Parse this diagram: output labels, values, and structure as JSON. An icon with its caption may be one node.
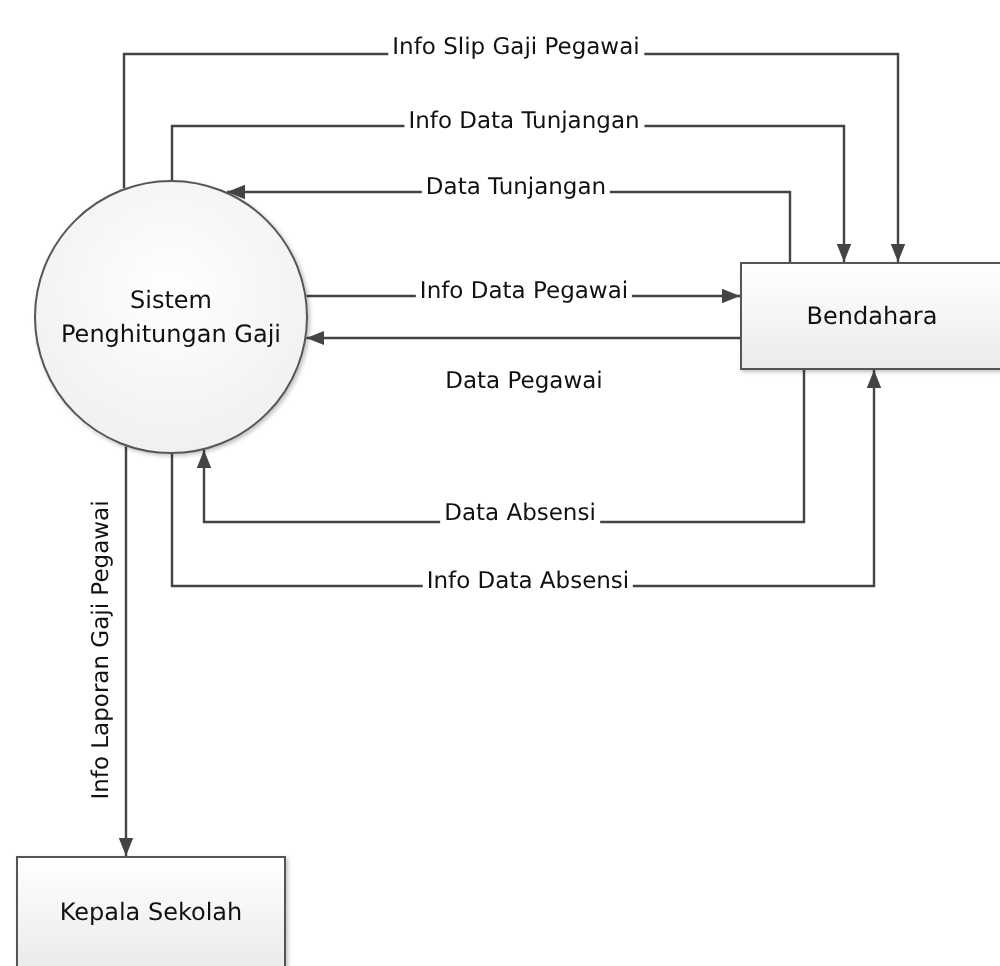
{
  "diagram": {
    "nodes": [
      {
        "text": [
          "Sistem Penghitungan Gaji"
        ]
      },
      {
        "text": [
          "Bendahara"
        ]
      },
      {
        "text": [
          "Kepala Sekolah"
        ]
      }
    ],
    "edges": [
      {
        "from": 0,
        "to": 1,
        "arrow": "to",
        "label": "Info Slip Gaji Pegawai"
      },
      {
        "from": 0,
        "to": 1,
        "arrow": "to",
        "label": "Info Data Tunjangan"
      },
      {
        "from": 1,
        "to": 0,
        "arrow": "to",
        "label": "Data Tunjangan"
      },
      {
        "from": 0,
        "to": 1,
        "arrow": "to",
        "label": "Info Data Pegawai"
      },
      {
        "from": 1,
        "to": 0,
        "arrow": "to",
        "label": "Data Pegawai"
      },
      {
        "from": 1,
        "to": 0,
        "arrow": "to",
        "label": "Data Absensi"
      },
      {
        "from": 0,
        "to": 1,
        "arrow": "to",
        "label": "Info Data Absensi"
      },
      {
        "from": 0,
        "to": 2,
        "arrow": "to",
        "label": "Info Laporan Gaji Pegawai"
      }
    ]
  }
}
